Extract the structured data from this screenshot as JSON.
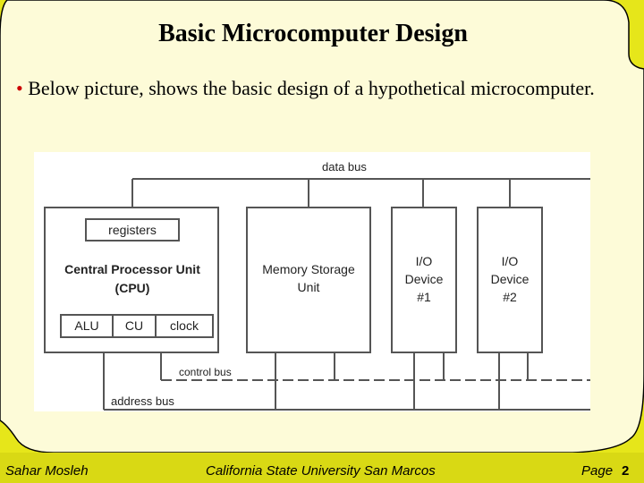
{
  "slide": {
    "title": "Basic Microcomputer Design",
    "bullet": "Below picture, shows the basic design of a hypothetical microcomputer."
  },
  "diagram": {
    "data_bus": "data bus",
    "control_bus": "control bus",
    "address_bus": "address bus",
    "cpu": {
      "registers": "registers",
      "line1": "Central Processor Unit",
      "line2": "(CPU)",
      "alu": "ALU",
      "cu": "CU",
      "clock": "clock"
    },
    "memory": {
      "line1": "Memory Storage",
      "line2": "Unit"
    },
    "io1": {
      "line1": "I/O",
      "line2": "Device",
      "line3": "#1"
    },
    "io2": {
      "line1": "I/O",
      "line2": "Device",
      "line3": "#2"
    }
  },
  "footer": {
    "author": "Sahar Mosleh",
    "institution": "California State University San Marcos",
    "page_label": "Page",
    "page_number": "2"
  },
  "colors": {
    "slide_yellow": "#e6e61a",
    "content_panel": "#fdfbd8",
    "panel_border": "#000000",
    "bullet": "#cc0000"
  }
}
